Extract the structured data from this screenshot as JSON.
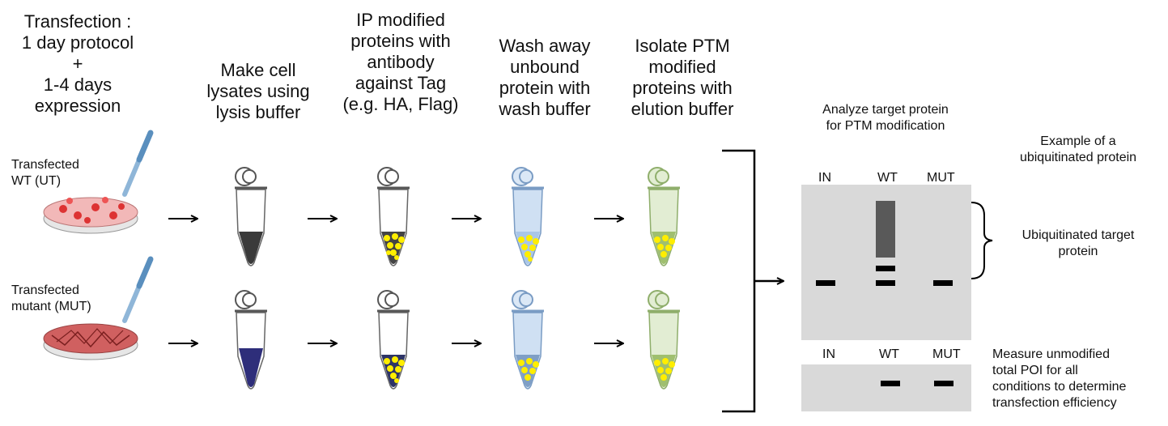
{
  "steps": {
    "transfection": [
      "Transfection :",
      "1 day protocol",
      "+",
      "1-4 days",
      "expression"
    ],
    "lysate": [
      "Make cell",
      "lysates using",
      "lysis buffer"
    ],
    "ip": [
      "IP modified",
      "proteins with",
      "antibody",
      "against Tag",
      "(e.g. HA, Flag)"
    ],
    "wash": [
      "Wash away",
      "unbound",
      "protein with",
      "wash buffer"
    ],
    "elute": [
      "Isolate PTM",
      "modified",
      "proteins with",
      "elution buffer"
    ]
  },
  "samples": {
    "wt": [
      "Transfected",
      "WT  (UT)"
    ],
    "mut": [
      "Transfected",
      "mutant  (MUT)"
    ]
  },
  "analysis": {
    "title": [
      "Analyze target protein",
      "for PTM modification"
    ],
    "example": [
      "Example of a",
      "ubiquitinated protein"
    ],
    "lanes": [
      "IN",
      "WT",
      "MUT"
    ],
    "ubiq_label": [
      "Ubiquitinated target",
      "protein"
    ],
    "measure_label": [
      "Measure unmodified",
      "total POI for all",
      "conditions to determine",
      "transfection efficiency"
    ]
  },
  "colors": {
    "blot_bg": "#d9d9d9",
    "band": "#000000",
    "smear": "#595959",
    "beads": "#ffee00",
    "tube_gray": "#8c8c8c",
    "tube_blue": "#a9c6e8",
    "tube_green": "#c3d9a6",
    "lysate_wt": "#3a3a3a",
    "lysate_mut": "#2e2e7a",
    "dish_wt": "#f2b8b8",
    "dish_mut": "#d06060"
  }
}
